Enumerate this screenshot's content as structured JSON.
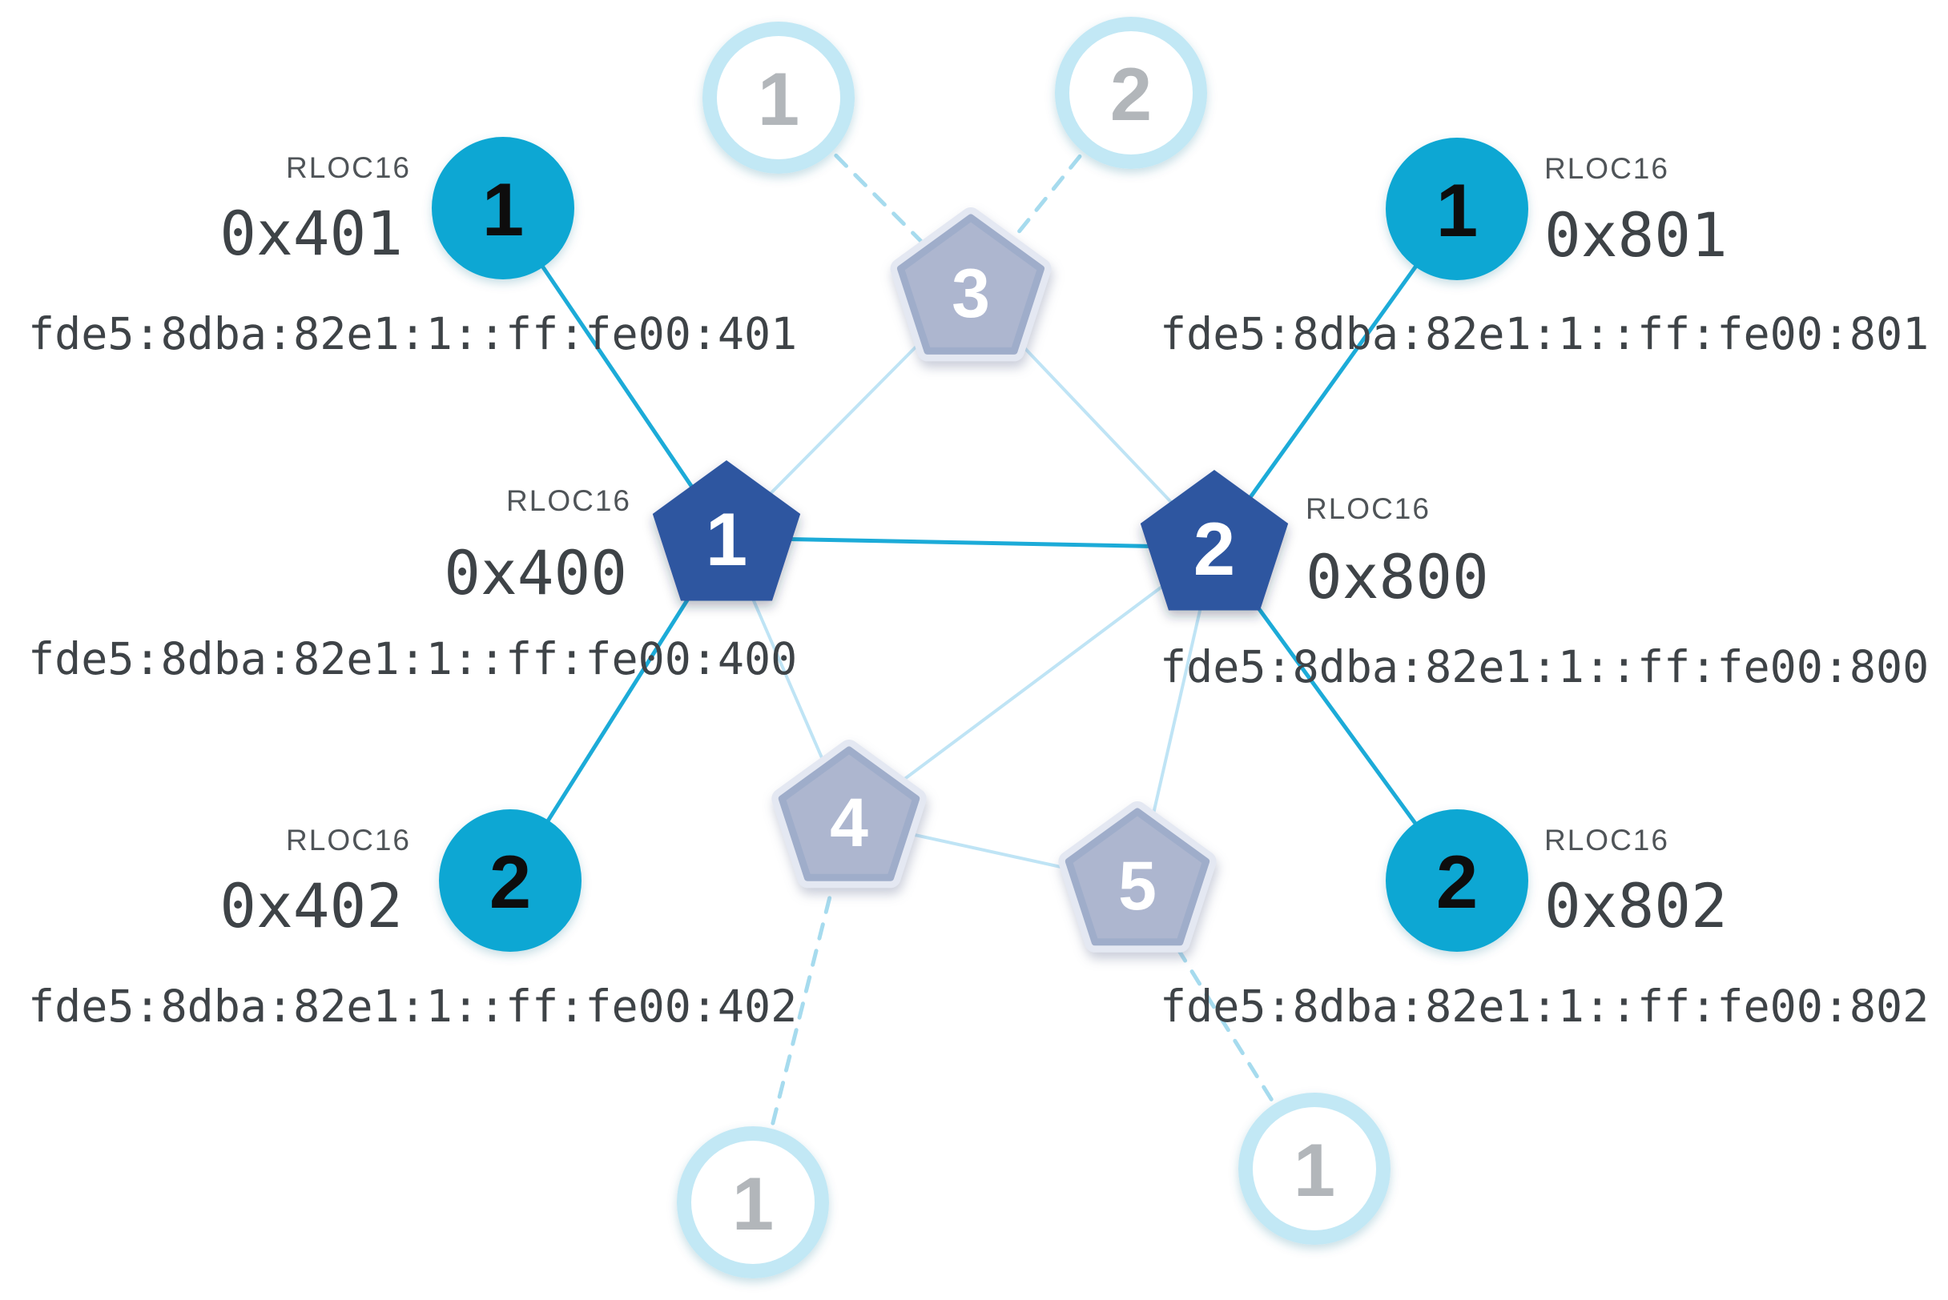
{
  "colors": {
    "router_pentagon_fill": "#2d57a0",
    "end_device_circle_fill": "#0aa7d3",
    "active_link": "#1cabd8",
    "faded_link": "#bfe4f5",
    "dashed_link": "#a6dbee",
    "faded_pentagon_fill": "#adb6cf",
    "faded_circle_ring": "#c2e8f5",
    "label_text": "#3e4347",
    "rloc_caption_text": "#4f5458"
  },
  "groups": {
    "device_401": {
      "rloc_label": "RLOC16",
      "rloc16": "0x401",
      "ipv6": "fde5:8dba:82e1:1::ff:fe00:401",
      "badge": "1"
    },
    "device_801": {
      "rloc_label": "RLOC16",
      "rloc16": "0x801",
      "ipv6": "fde5:8dba:82e1:1::ff:fe00:801",
      "badge": "1"
    },
    "router_400": {
      "rloc_label": "RLOC16",
      "rloc16": "0x400",
      "ipv6": "fde5:8dba:82e1:1::ff:fe00:400",
      "badge": "1"
    },
    "router_800": {
      "rloc_label": "RLOC16",
      "rloc16": "0x800",
      "ipv6": "fde5:8dba:82e1:1::ff:fe00:800",
      "badge": "2"
    },
    "device_402": {
      "rloc_label": "RLOC16",
      "rloc16": "0x402",
      "ipv6": "fde5:8dba:82e1:1::ff:fe00:402",
      "badge": "2"
    },
    "device_802": {
      "rloc_label": "RLOC16",
      "rloc16": "0x802",
      "ipv6": "fde5:8dba:82e1:1::ff:fe00:802",
      "badge": "2"
    }
  },
  "faded_nodes": {
    "top_circle_1": "1",
    "top_circle_2": "2",
    "pentagon_3": "3",
    "pentagon_4": "4",
    "pentagon_5": "5",
    "bottom_left_circle": "1",
    "bottom_right_circle": "1"
  }
}
